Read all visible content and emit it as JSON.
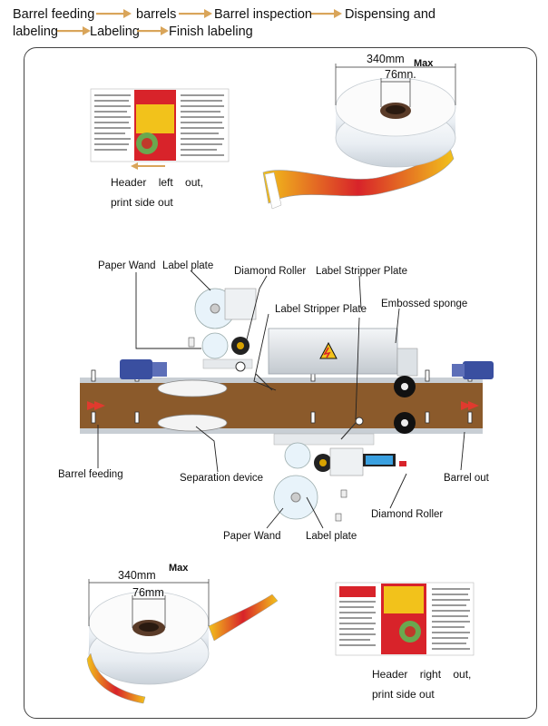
{
  "process_flow": {
    "line1": [
      "Barrel feeding",
      "barrels",
      "Barrel inspection",
      "Dispensing and"
    ],
    "line2": [
      "labeling",
      "Labeling",
      "Finish labeling"
    ]
  },
  "top_roll": {
    "outer": "340mm",
    "inner": "76mn.",
    "max": "Max"
  },
  "top_caption": {
    "line1": "Header left out,",
    "line2": "print side out"
  },
  "machine_labels": {
    "paper_wand_top": "Paper Wand",
    "label_plate_top": "Label plate",
    "diamond_roller_top": "Diamond Roller",
    "label_stripper_top": "Label Stripper Plate",
    "label_stripper_mid": "Label Stripper Plate",
    "embossed_sponge": "Embossed sponge",
    "barrel_feeding": "Barrel feeding",
    "separation_device": "Separation device",
    "barrel_out": "Barrel out",
    "diamond_roller_bottom": "Diamond Roller",
    "paper_wand_bottom": "Paper Wand",
    "label_plate_bottom": "Label plate"
  },
  "bottom_roll": {
    "outer": "340mm",
    "inner": "76mm",
    "max": "Max"
  },
  "bottom_caption": {
    "line1": "Header right out,",
    "line2": "print side out"
  },
  "colors": {
    "arrow": "#d9a55a",
    "conveyor": "#8b5a2b",
    "label_red": "#d8232a",
    "label_yellow": "#f2c21b",
    "motor_blue": "#3a4fa0"
  }
}
